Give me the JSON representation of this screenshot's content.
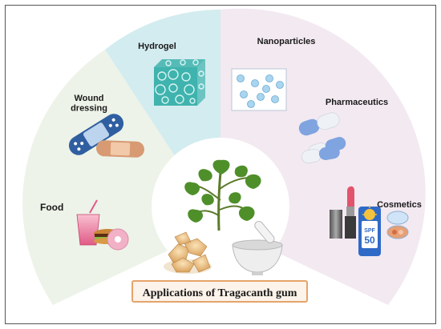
{
  "title": "Applications of Tragacanth gum",
  "applications": [
    {
      "label_lines": [
        "Food"
      ]
    },
    {
      "label_lines": [
        "Wound",
        "dressing"
      ]
    },
    {
      "label_lines": [
        "Hydrogel"
      ]
    },
    {
      "label_lines": [
        "Nanoparticles"
      ]
    },
    {
      "label_lines": [
        "Pharmaceutics"
      ]
    },
    {
      "label_lines": [
        "Cosmetics"
      ]
    }
  ],
  "sunscreen_text": {
    "line1": "SPF",
    "line2": "50"
  },
  "colors": {
    "sector_food_wound": "#edf3e8",
    "sector_hydrogel": "#d3ecf0",
    "sector_right": "#f3e9f1",
    "hydrogel_cube": "#3fb3ad",
    "capsule_blue": "#7fa4e0",
    "plant_green": "#4f8f2a",
    "caption_border": "#e6a36a",
    "caption_fill": "#fcf3ea"
  }
}
